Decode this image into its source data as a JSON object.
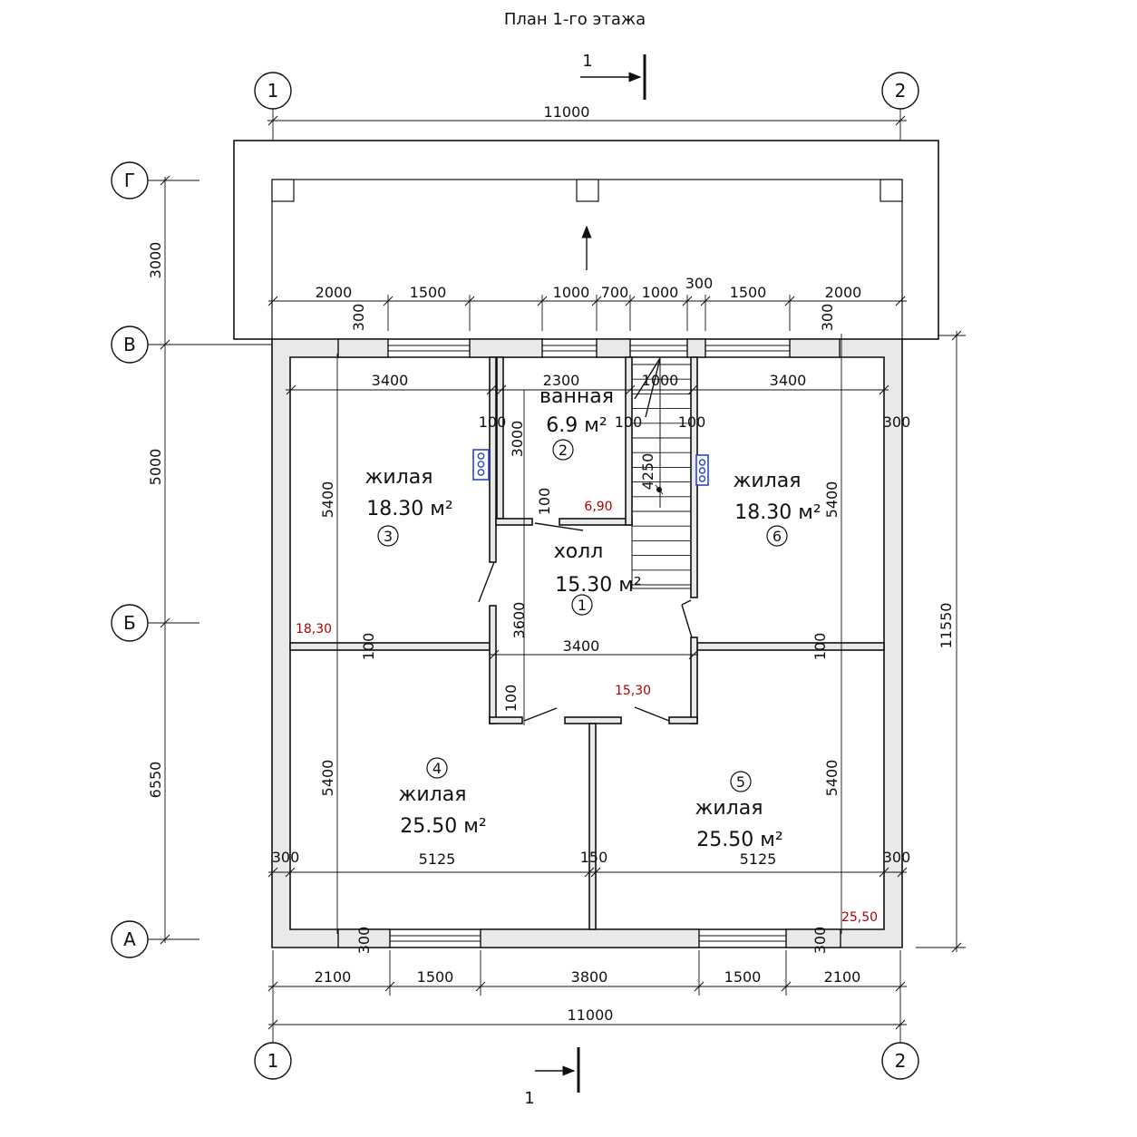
{
  "title": "План 1-го этажа",
  "colors": {
    "ink": "#111111",
    "wall_fill": "#e9e9e9",
    "area_mark": "#b00000",
    "fixture": "#2a46c8"
  },
  "axes": {
    "top": [
      "1",
      "2"
    ],
    "bottom": [
      "1",
      "2"
    ],
    "left": [
      "Г",
      "В",
      "Б",
      "А"
    ]
  },
  "section_marks": {
    "top": "1",
    "bottom": "1"
  },
  "overall": {
    "width_top": "11000",
    "width_bottom": "11000",
    "right_total": "11550"
  },
  "left_chain": [
    "3000",
    "5000",
    "6550"
  ],
  "terrace_chain": [
    "2000",
    "1500",
    "1000",
    "700",
    "1000",
    "300",
    "1500",
    "2000"
  ],
  "wall_notes": {
    "terrace_left_300": "300",
    "terrace_right_300": "300",
    "bottom_left_300": "300",
    "bottom_right_300": "300",
    "left_300": "300",
    "right_300": "300",
    "right_300_top": "300",
    "partition_150": "150"
  },
  "upper_chain": [
    "3400",
    "2300",
    "1000",
    "3400"
  ],
  "lower_chain": [
    "5125",
    "5125"
  ],
  "bottom_chain": [
    "2100",
    "1500",
    "3800",
    "1500",
    "2100"
  ],
  "interior_dims": {
    "room3_height": "5400",
    "room6_height": "5400",
    "room4_height": "5400",
    "room5_height": "5400",
    "bath_height": "3000",
    "stair_length": "4250",
    "hall_height": "3600",
    "hall_width": "3400",
    "p100_a": "100",
    "p100_b": "100",
    "p100_c": "100",
    "p100_d": "100",
    "p100_e": "100",
    "p100_f": "100",
    "p100_g": "100"
  },
  "rooms": [
    {
      "num": "1",
      "name": "холл",
      "area": "15.30 м²",
      "mark": "15,30"
    },
    {
      "num": "2",
      "name": "ванная",
      "area": "6.9 м²",
      "mark": "6,90"
    },
    {
      "num": "3",
      "name": "жилая",
      "area": "18.30 м²",
      "mark": "18,30"
    },
    {
      "num": "4",
      "name": "жилая",
      "area": "25.50 м²",
      "mark": "25,50"
    },
    {
      "num": "5",
      "name": "жилая",
      "area": "25.50 м²"
    },
    {
      "num": "6",
      "name": "жилая",
      "area": "18.30 м²"
    }
  ]
}
